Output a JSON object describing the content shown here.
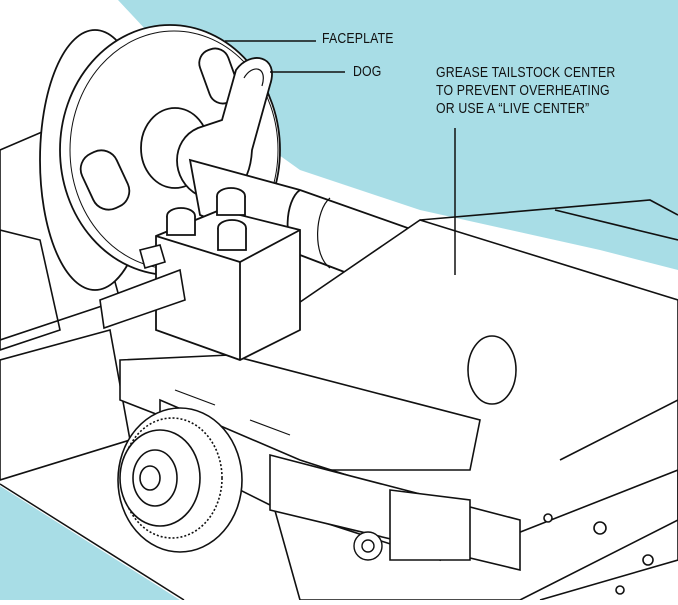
{
  "colors": {
    "background_blue": "#a8dde6",
    "line": "#111111",
    "paper": "#ffffff"
  },
  "labels": {
    "faceplate": "FACEPLATE",
    "dog": "DOG",
    "grease": [
      "GREASE TAILSTOCK CENTER",
      "TO PREVENT OVERHEATING",
      "OR USE A “LIVE CENTER”"
    ]
  }
}
